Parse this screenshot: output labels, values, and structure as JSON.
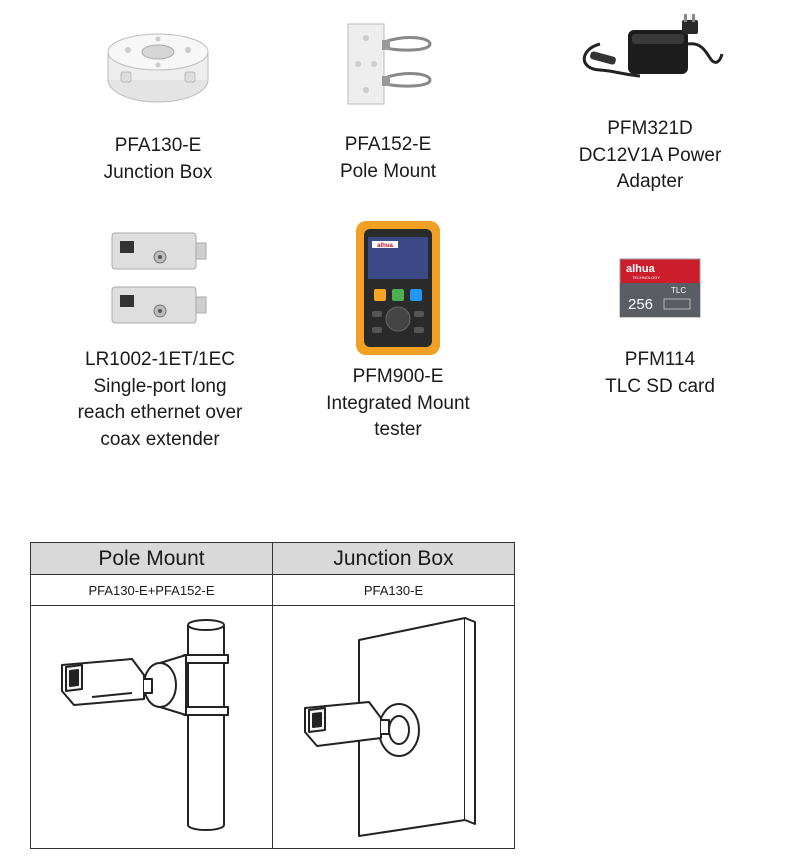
{
  "products": [
    {
      "line1": "PFA130-E",
      "line2": "Junction Box",
      "line3": ""
    },
    {
      "line1": "PFA152-E",
      "line2": "Pole Mount",
      "line3": ""
    },
    {
      "line1": "PFM321D",
      "line2": "DC12V1A Power",
      "line3": "Adapter"
    },
    {
      "line1": "LR1002-1ET/1EC",
      "line2": "Single-port long",
      "line3": "reach ethernet over",
      "line4": "coax extender"
    },
    {
      "line1": "PFM900-E",
      "line2": "Integrated Mount",
      "line3": "tester"
    },
    {
      "line1": "PFM114",
      "line2": "TLC SD card",
      "line3": ""
    }
  ],
  "sd_card": {
    "brand": "alhua",
    "sub": "TECHNOLOGY",
    "type": "TLC",
    "capacity": "256"
  },
  "tester": {
    "brand": "alhua"
  },
  "mount_table": {
    "headers": [
      "Pole Mount",
      "Junction Box"
    ],
    "codes": [
      "PFA130-E+PFA152-E",
      "PFA130-E"
    ]
  }
}
